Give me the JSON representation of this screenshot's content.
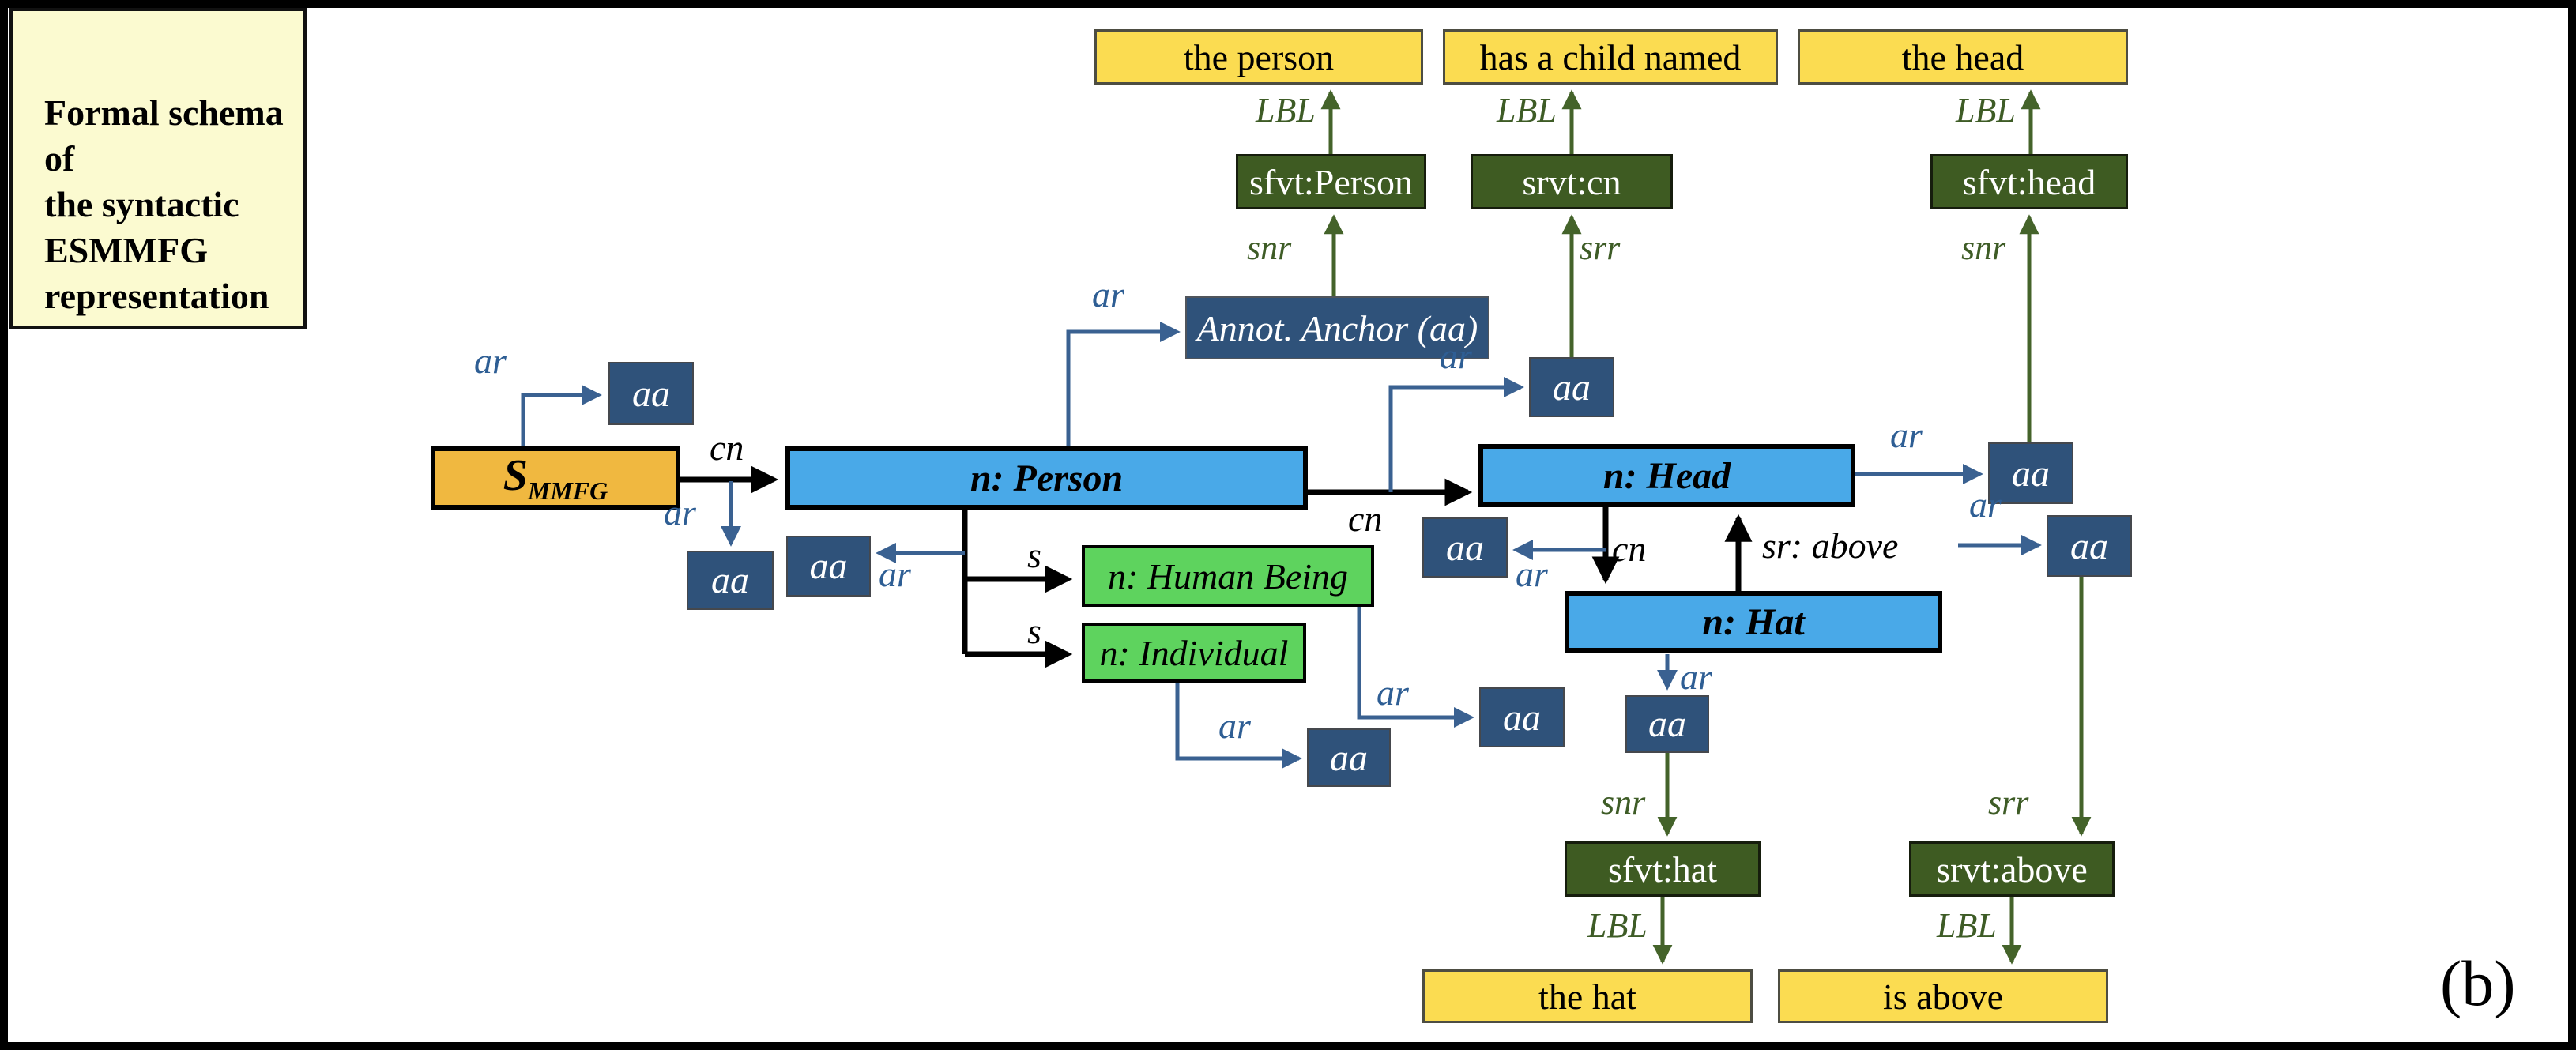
{
  "frame": {
    "caption": "(b)"
  },
  "note": {
    "line1": "Formal schema of",
    "line2": "the syntactic",
    "line3": "ESMMFG",
    "line4": "representation"
  },
  "nodes": {
    "s_mmfg": {
      "label": "S",
      "sub": "MMFG"
    },
    "person": {
      "label": "n: Person"
    },
    "head": {
      "label": "n: Head"
    },
    "hat": {
      "label": "n: Hat"
    },
    "human_being": {
      "label": "n: Human Being"
    },
    "individual": {
      "label": "n: Individual"
    },
    "annot_anchor": {
      "label": "Annot. Anchor (aa)"
    },
    "aa": {
      "label": "aa"
    },
    "sfvt_person": {
      "label": "sfvt:Person"
    },
    "srvt_cn": {
      "label": "srvt:cn"
    },
    "sfvt_head": {
      "label": "sfvt:head"
    },
    "sfvt_hat": {
      "label": "sfvt:hat"
    },
    "srvt_above": {
      "label": "srvt:above"
    },
    "the_person": {
      "label": "the person"
    },
    "has_a_child_named": {
      "label": "has a child named"
    },
    "the_head": {
      "label": "the head"
    },
    "the_hat": {
      "label": "the hat"
    },
    "is_above": {
      "label": "is above"
    }
  },
  "edge_labels": {
    "ar": "ar",
    "cn": "cn",
    "s": "s",
    "sr_above": "sr: above",
    "snr": "snr",
    "srr": "srr",
    "lbl": "LBL"
  },
  "colors": {
    "note_yellow": "#FBFAD0",
    "label_yellow": "#FBDC51",
    "dark_green": "#3E5B22",
    "node_blue": "#49A9E8",
    "node_green": "#5ED35E",
    "node_orange": "#F0B840",
    "aa_navy": "#2F527A",
    "arrow_blue": "#3A6191",
    "arrow_green": "#44632A",
    "arrow_black": "#000000"
  }
}
